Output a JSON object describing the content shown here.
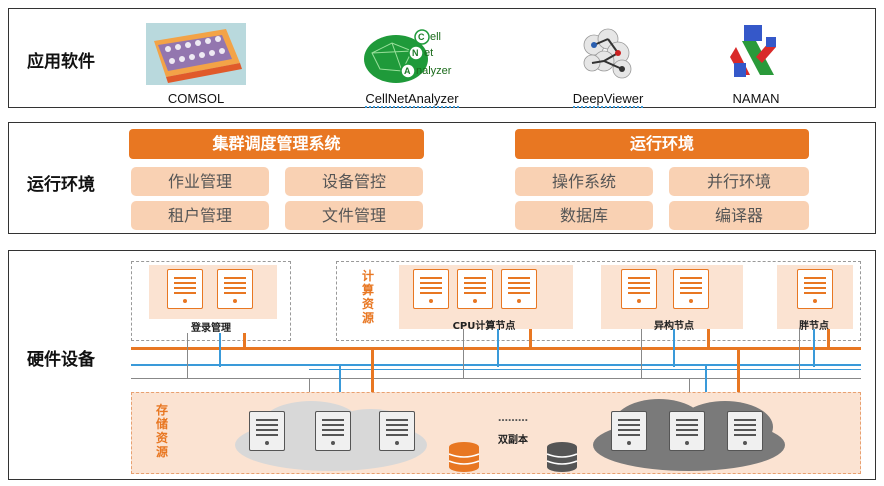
{
  "rows": {
    "software": {
      "title": "应用软件",
      "items": [
        {
          "label": "COMSOL",
          "icon": "comsol-logo-icon"
        },
        {
          "label": "CellNetAnalyzer",
          "icon": "cellnetanalyzer-logo-icon",
          "logo_text": [
            "ell",
            "et",
            "nalyzer"
          ]
        },
        {
          "label": "DeepViewer",
          "icon": "deepviewer-molecule-icon"
        },
        {
          "label": "NAMAN",
          "icon": "naman-logo-icon"
        }
      ]
    },
    "runtime": {
      "title": "运行环境",
      "cluster": {
        "header": "集群调度管理系统",
        "items": [
          "作业管理",
          "设备管控",
          "租户管理",
          "文件管理"
        ]
      },
      "environment": {
        "header": "运行环境",
        "items": [
          "操作系统",
          "并行环境",
          "数据库",
          "编译器"
        ]
      }
    },
    "hardware": {
      "title": "硬件设备",
      "login_label": "登录管理",
      "compute_resource_label": "计算资源",
      "compute_nodes": [
        "CPU计算节点",
        "异构节点",
        "胖节点"
      ],
      "storage_resource_label": "存储资源",
      "replica_label": "双副本",
      "replica_dots": "………"
    }
  },
  "colors": {
    "accent": "#e87722",
    "chip": "#f9d1b3",
    "peach": "#fbe3d2",
    "blue_line": "#3a9ad9",
    "gray_line": "#888888"
  }
}
